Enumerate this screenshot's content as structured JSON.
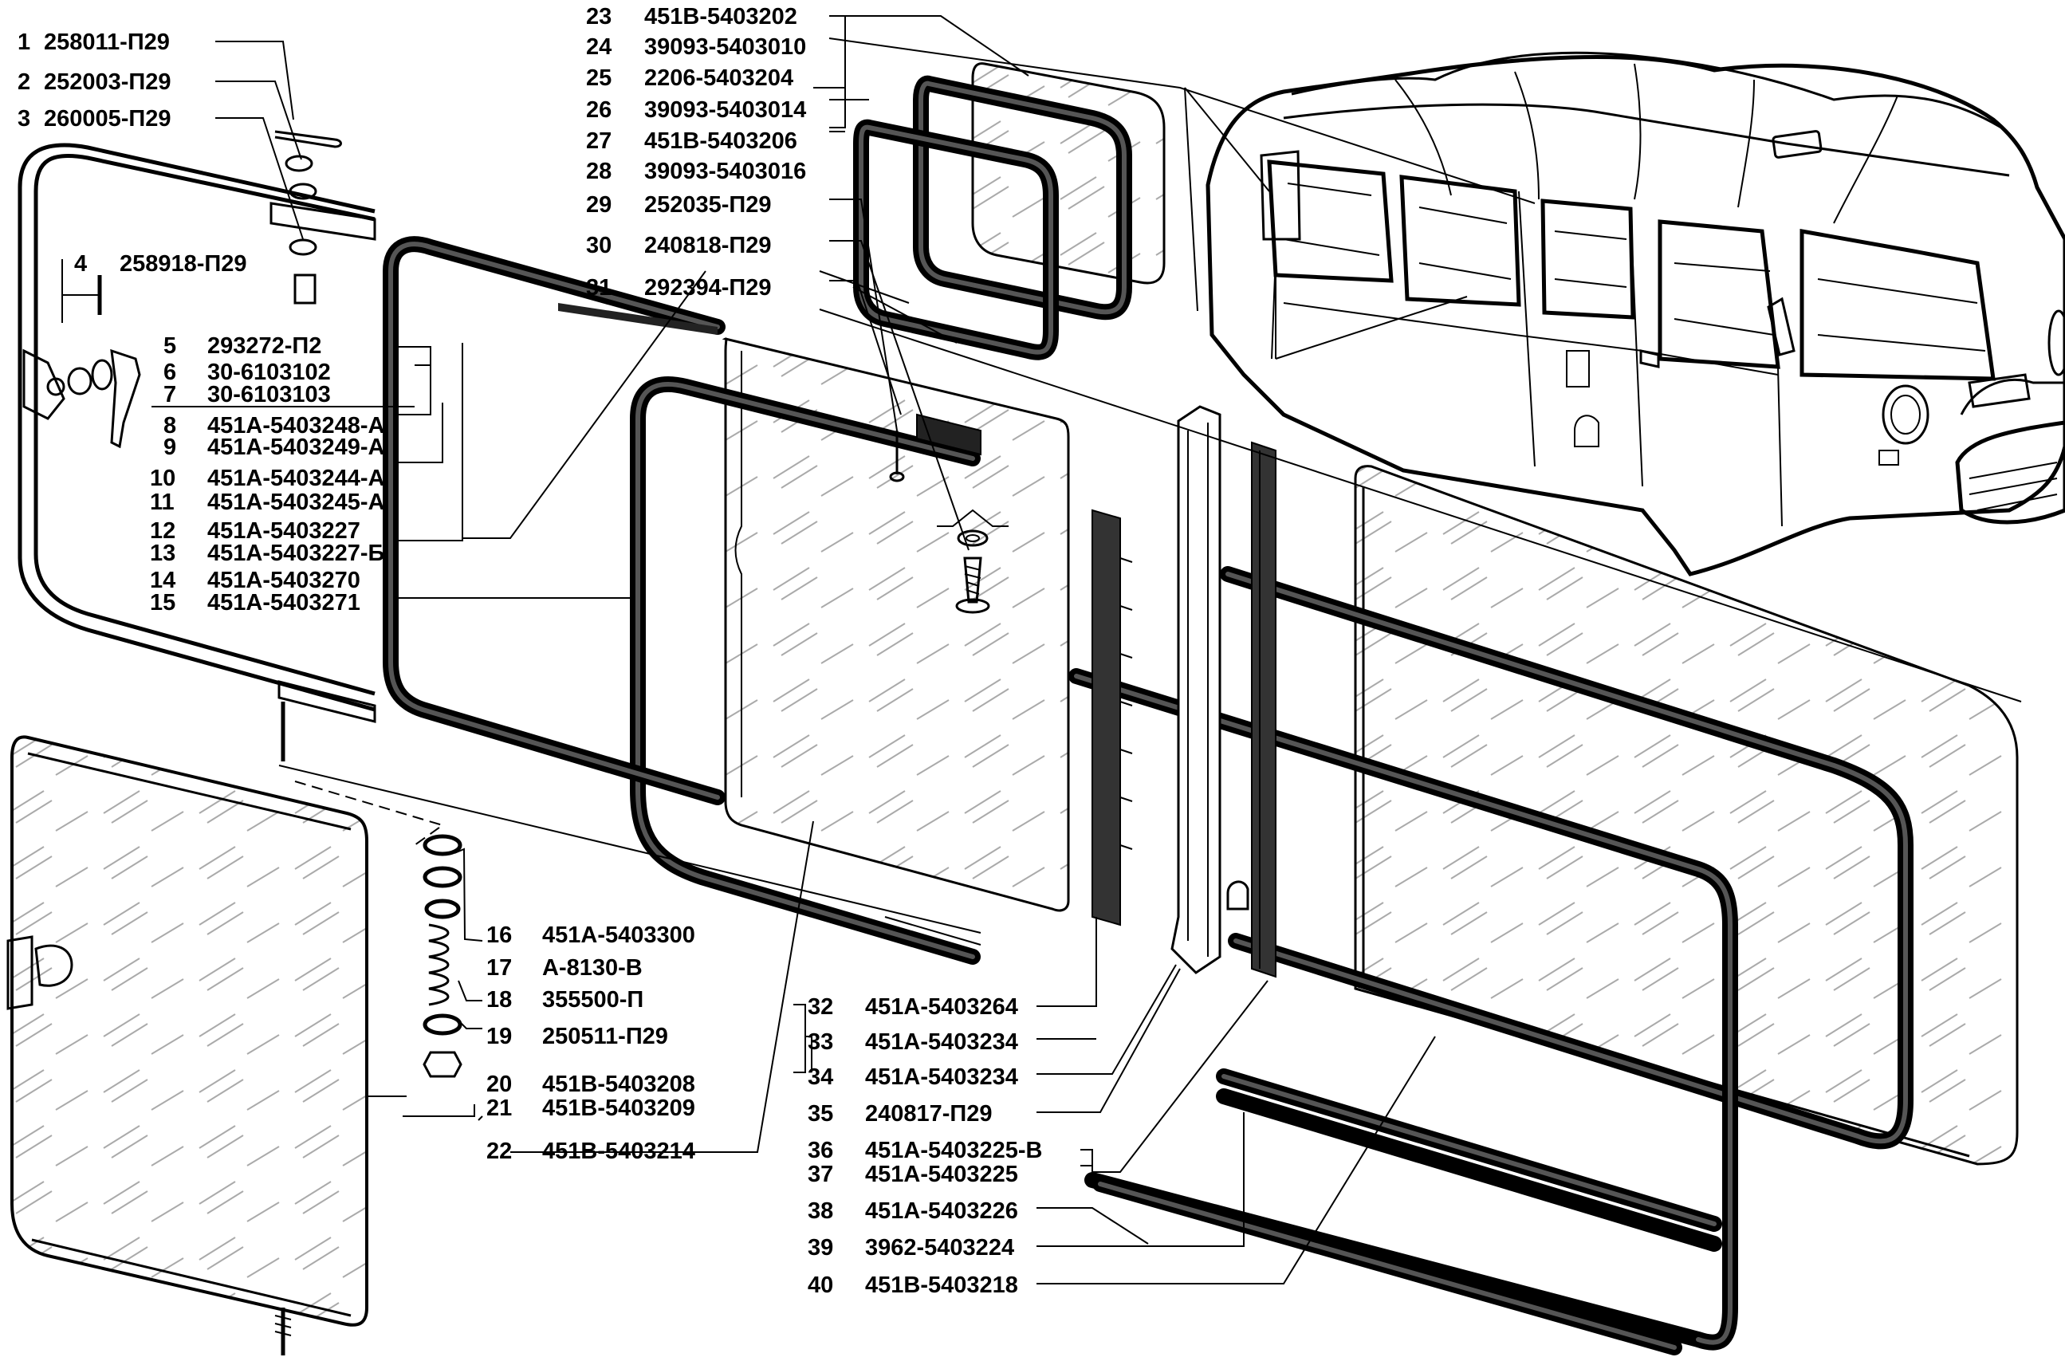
{
  "parts": [
    {
      "num": "1",
      "code": "258011-П29"
    },
    {
      "num": "2",
      "code": "252003-П29"
    },
    {
      "num": "3",
      "code": "260005-П29"
    },
    {
      "num": "4",
      "code": "258918-П29"
    },
    {
      "num": "5",
      "code": "293272-П2"
    },
    {
      "num": "6",
      "code": "30-6103102"
    },
    {
      "num": "7",
      "code": "30-6103103"
    },
    {
      "num": "8",
      "code": "451А-5403248-А"
    },
    {
      "num": "9",
      "code": "451А-5403249-А"
    },
    {
      "num": "10",
      "code": "451А-5403244-А"
    },
    {
      "num": "11",
      "code": "451А-5403245-А"
    },
    {
      "num": "12",
      "code": "451А-5403227"
    },
    {
      "num": "13",
      "code": "451А-5403227-Б"
    },
    {
      "num": "14",
      "code": "451А-5403270"
    },
    {
      "num": "15",
      "code": "451А-5403271"
    },
    {
      "num": "16",
      "code": "451А-5403300"
    },
    {
      "num": "17",
      "code": "А-8130-В"
    },
    {
      "num": "18",
      "code": "355500-П"
    },
    {
      "num": "19",
      "code": "250511-П29"
    },
    {
      "num": "20",
      "code": "451В-5403208"
    },
    {
      "num": "21",
      "code": "451В-5403209"
    },
    {
      "num": "22",
      "code": "451В-5403214"
    },
    {
      "num": "23",
      "code": "451В-5403202"
    },
    {
      "num": "24",
      "code": "39093-5403010"
    },
    {
      "num": "25",
      "code": "2206-5403204"
    },
    {
      "num": "26",
      "code": "39093-5403014"
    },
    {
      "num": "27",
      "code": "451В-5403206"
    },
    {
      "num": "28",
      "code": "39093-5403016"
    },
    {
      "num": "29",
      "code": "252035-П29"
    },
    {
      "num": "30",
      "code": "240818-П29"
    },
    {
      "num": "31",
      "code": "292394-П29"
    },
    {
      "num": "32",
      "code": "451А-5403264"
    },
    {
      "num": "33",
      "code": "451А-5403234"
    },
    {
      "num": "34",
      "code": "451А-5403234"
    },
    {
      "num": "35",
      "code": "240817-П29"
    },
    {
      "num": "36",
      "code": "451А-5403225-В"
    },
    {
      "num": "37",
      "code": "451А-5403225"
    },
    {
      "num": "38",
      "code": "451А-5403226"
    },
    {
      "num": "39",
      "code": "3962-5403224"
    },
    {
      "num": "40",
      "code": "451В-5403218"
    }
  ]
}
